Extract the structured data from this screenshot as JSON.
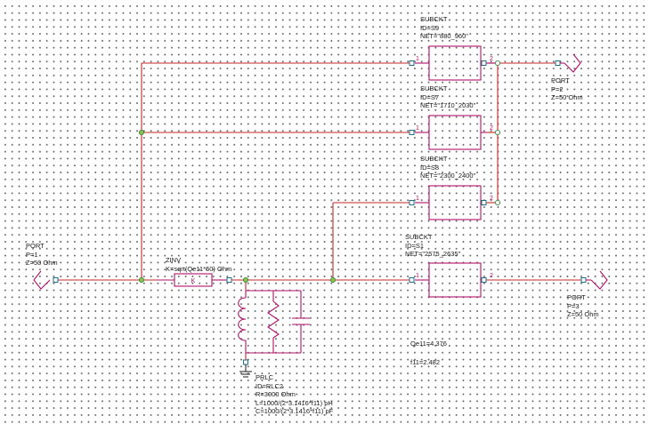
{
  "subckts": [
    {
      "type": "SUBCKT",
      "id": "ID=S9",
      "net": "NET=\"880_960\"",
      "pin1": "1",
      "pin2": "2"
    },
    {
      "type": "SUBCKT",
      "id": "ID=S7",
      "net": "NET=\"1710_2030\"",
      "pin1": "1",
      "pin2": "2"
    },
    {
      "type": "SUBCKT",
      "id": "ID=S8",
      "net": "NET=\"2300_2400\"",
      "pin1": "1",
      "pin2": "2"
    },
    {
      "type": "SUBCKT",
      "id": "ID=S1",
      "net": "NET=\"2575_2635\"",
      "pin1": "1",
      "pin2": "2"
    }
  ],
  "ports": [
    {
      "type": "PORT",
      "p": "P=1",
      "z": "Z=50 Ohm"
    },
    {
      "type": "PORT",
      "p": "P=2",
      "z": "Z=50 Ohm"
    },
    {
      "type": "PORT",
      "p": "P=3",
      "z": "Z=50 Ohm"
    }
  ],
  "zinv": {
    "type": "ZINV",
    "k": "K=sqrt(Qe11*50) Ohm",
    "symbol": "K"
  },
  "prlc": {
    "type": "PRLC",
    "id": "ID=RLC2",
    "r": "R=3000 Ohm",
    "l": "L=1000/(2*3.1416*f11) pH",
    "c": "C=1000/(2*3.1416*f11) pF"
  },
  "equations": {
    "qe11": "Qe11=4.376",
    "f11": "f11=2.482"
  },
  "colors": {
    "wire": "#c62828",
    "component": "#b0126b",
    "node": "#2e7d32",
    "pin": "#1e6e8c",
    "pin_label": "#b0126b"
  }
}
